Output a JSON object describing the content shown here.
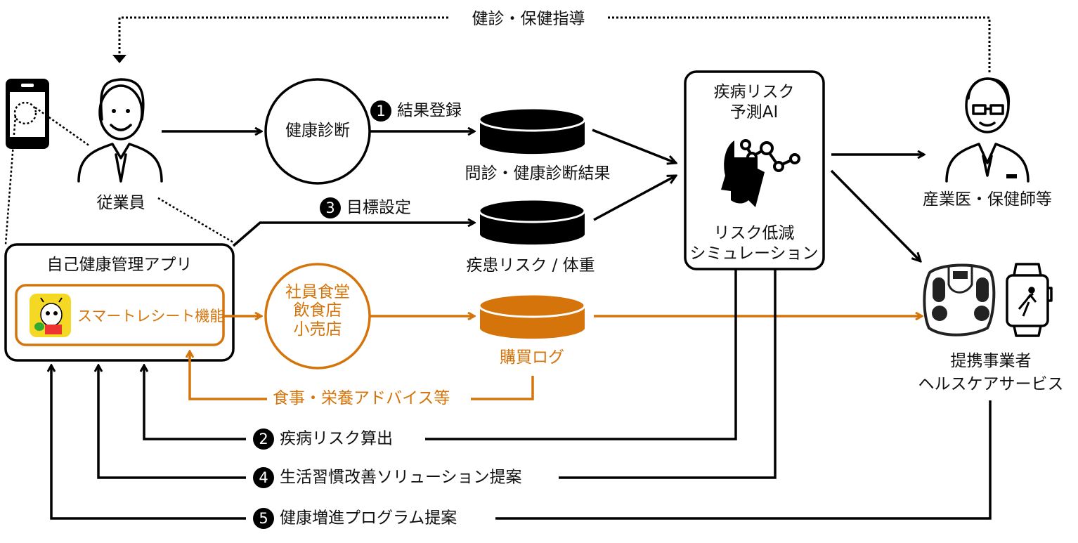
{
  "colors": {
    "ink": "#111111",
    "accent": "#D4740A",
    "app_icon_bg": "#F5D823"
  },
  "top_flow": {
    "label": "健診・保健指導"
  },
  "employee": {
    "label": "従業員",
    "icon": "employee-person-icon",
    "device_icon": "smartphone-icon"
  },
  "app": {
    "title": "自己健康管理アプリ",
    "feature": {
      "label": "スマートレシート機能",
      "icon": "mascot-app-icon"
    }
  },
  "health_checkup": {
    "label": "健康診断"
  },
  "stores": {
    "lines": [
      "社員食堂",
      "飲食店",
      "小売店"
    ]
  },
  "databases": [
    {
      "label": "問診・健康診断結果",
      "icon": "database-icon"
    },
    {
      "label": "疾患リスク / 体重",
      "icon": "database-icon"
    },
    {
      "label": "購買ログ",
      "icon": "database-icon"
    }
  ],
  "steps": [
    {
      "num": "1",
      "label": "結果登録"
    },
    {
      "num": "2",
      "label": "疾病リスク算出"
    },
    {
      "num": "3",
      "label": "目標設定"
    },
    {
      "num": "4",
      "label": "生活習慣改善ソリューション提案"
    },
    {
      "num": "5",
      "label": "健康増進プログラム提案"
    }
  ],
  "ai": {
    "title_lines": [
      "疾病リスク",
      "予測AI"
    ],
    "sub_lines": [
      "リスク低減",
      "シミュレーション"
    ],
    "icon": "ai-head-icon"
  },
  "advice": {
    "label": "食事・栄養アドバイス等"
  },
  "doctor": {
    "label": "産業医・保健師等",
    "icon": "doctor-person-icon"
  },
  "partners": {
    "lines": [
      "提携事業者",
      "ヘルスケアサービス"
    ],
    "icons": [
      "body-scale-icon",
      "smartwatch-icon"
    ]
  }
}
